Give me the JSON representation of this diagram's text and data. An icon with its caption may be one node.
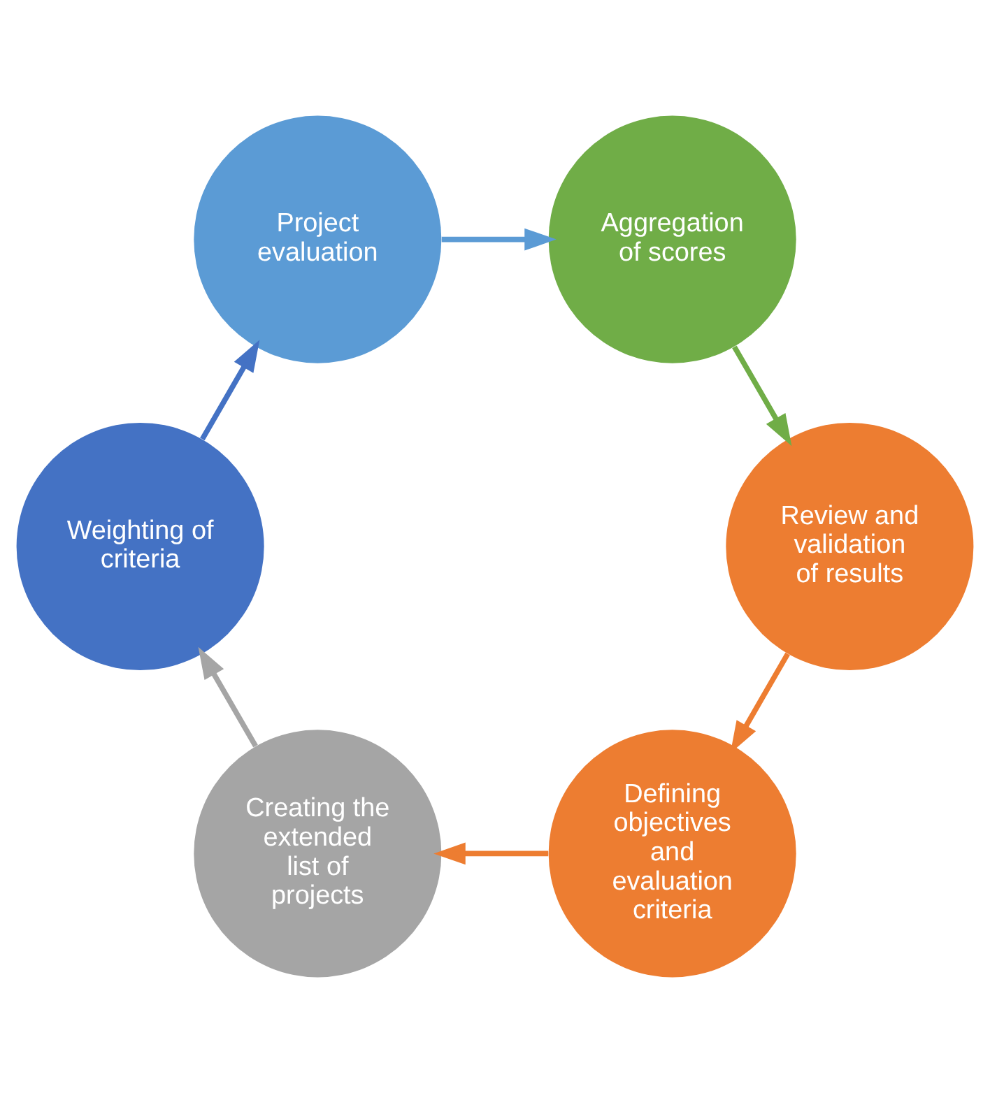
{
  "diagram": {
    "nodes": [
      {
        "text": [
          "Defining objectives and evaluation criteria"
        ]
      },
      {
        "text": [
          "Creating the extended list of projects"
        ]
      },
      {
        "text": [
          "Weighting of criteria"
        ]
      },
      {
        "text": [
          "Project evaluation"
        ]
      },
      {
        "text": [
          "Aggregation of scores"
        ]
      },
      {
        "text": [
          "Review and validation of results"
        ]
      }
    ],
    "edges": [
      {
        "from": 0,
        "to": 1,
        "arrow": "to",
        "color": "#ed7d31"
      },
      {
        "from": 1,
        "to": 2,
        "arrow": "to",
        "color": "#a5a5a5"
      },
      {
        "from": 2,
        "to": 3,
        "arrow": "to",
        "color": "#4472c4"
      },
      {
        "from": 3,
        "to": 4,
        "arrow": "to",
        "color": "#5b9bd5"
      },
      {
        "from": 4,
        "to": 5,
        "arrow": "to",
        "color": "#70ad47"
      },
      {
        "from": 5,
        "to": 0,
        "arrow": "to",
        "color": "#ed7d31"
      }
    ]
  }
}
